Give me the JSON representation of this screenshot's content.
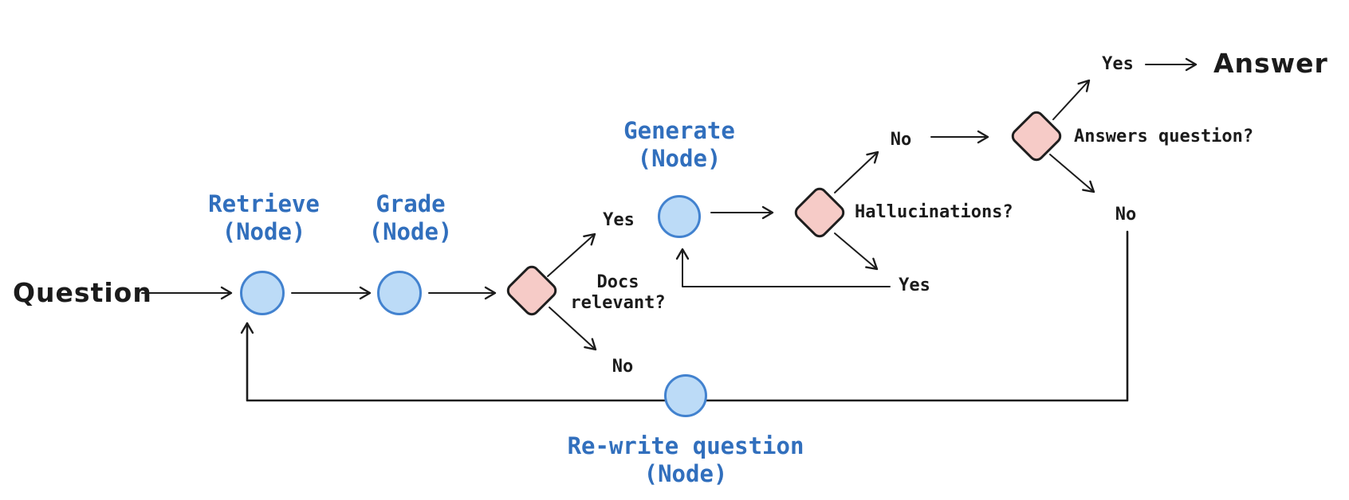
{
  "diagram": {
    "start_label": "Question",
    "end_label": "Answer",
    "nodes": {
      "retrieve": {
        "name": "Retrieve",
        "type": "(Node)"
      },
      "grade": {
        "name": "Grade",
        "type": "(Node)"
      },
      "generate": {
        "name": "Generate",
        "type": "(Node)"
      },
      "rewrite": {
        "name": "Re-write question",
        "type": "(Node)"
      }
    },
    "decisions": {
      "docs_relevant": {
        "line1": "Docs",
        "line2": "relevant?"
      },
      "hallucinations": {
        "label": "Hallucinations?"
      },
      "answers_question": {
        "label": "Answers question?"
      }
    },
    "edge_labels": {
      "docs_yes": "Yes",
      "docs_no": "No",
      "hallucinations_no": "No",
      "hallucinations_yes": "Yes",
      "answers_yes": "Yes",
      "answers_no": "No"
    },
    "colors": {
      "background": "#ffffff",
      "node_fill": "#bcdbf7",
      "node_stroke": "#4282cf",
      "node_label_blue": "#316fbd",
      "decision_fill": "#f6cbc7",
      "decision_stroke": "#1e1e1e",
      "line": "#1c1c1c"
    }
  }
}
